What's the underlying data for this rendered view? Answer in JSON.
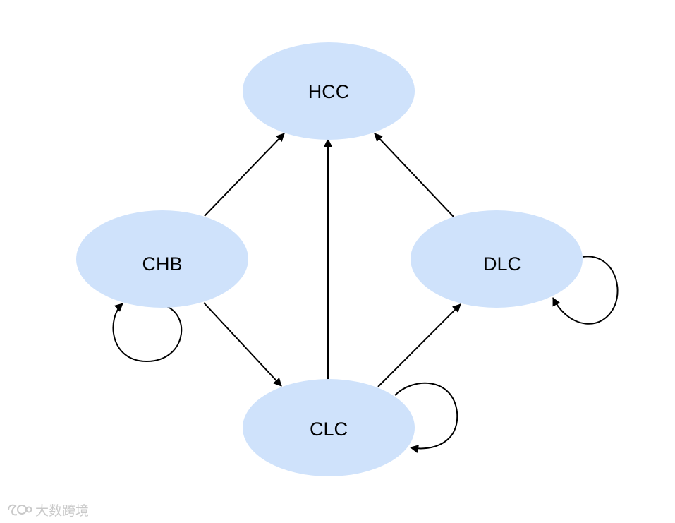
{
  "nodes": [
    {
      "id": "HCC",
      "label": "HCC"
    },
    {
      "id": "CHB",
      "label": "CHB"
    },
    {
      "id": "DLC",
      "label": "DLC"
    },
    {
      "id": "CLC",
      "label": "CLC"
    }
  ],
  "edges": [
    {
      "from": "CHB",
      "to": "HCC"
    },
    {
      "from": "CLC",
      "to": "HCC"
    },
    {
      "from": "DLC",
      "to": "HCC"
    },
    {
      "from": "CHB",
      "to": "CLC"
    },
    {
      "from": "CLC",
      "to": "DLC"
    },
    {
      "from": "CHB",
      "to": "CHB"
    },
    {
      "from": "DLC",
      "to": "DLC"
    },
    {
      "from": "CLC",
      "to": "CLC"
    }
  ],
  "colors": {
    "node_fill": "#cfe2fb",
    "edge": "#000000",
    "watermark": "#c9c9c9"
  },
  "watermark": {
    "logo_icon": "weibo-logo-icon",
    "text": "大数跨境"
  }
}
